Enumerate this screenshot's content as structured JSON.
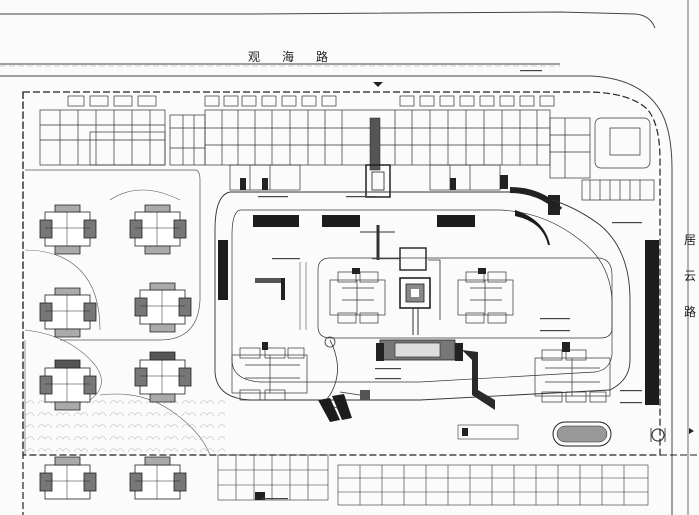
{
  "roads": {
    "north": {
      "chars": [
        "观",
        "海",
        "路"
      ]
    },
    "east": {
      "chars": [
        "居",
        "云",
        "路"
      ]
    }
  },
  "colors": {
    "line": "#3a3a3a",
    "fill_dark": "#1c1c1c",
    "fill_gray": "#9a9a9a",
    "fill_light": "#e9e9e9",
    "paper": "#fbfbfb"
  },
  "icons": {
    "gate_north": "triangle-marker-icon",
    "gate_east": "triangle-marker-icon"
  }
}
